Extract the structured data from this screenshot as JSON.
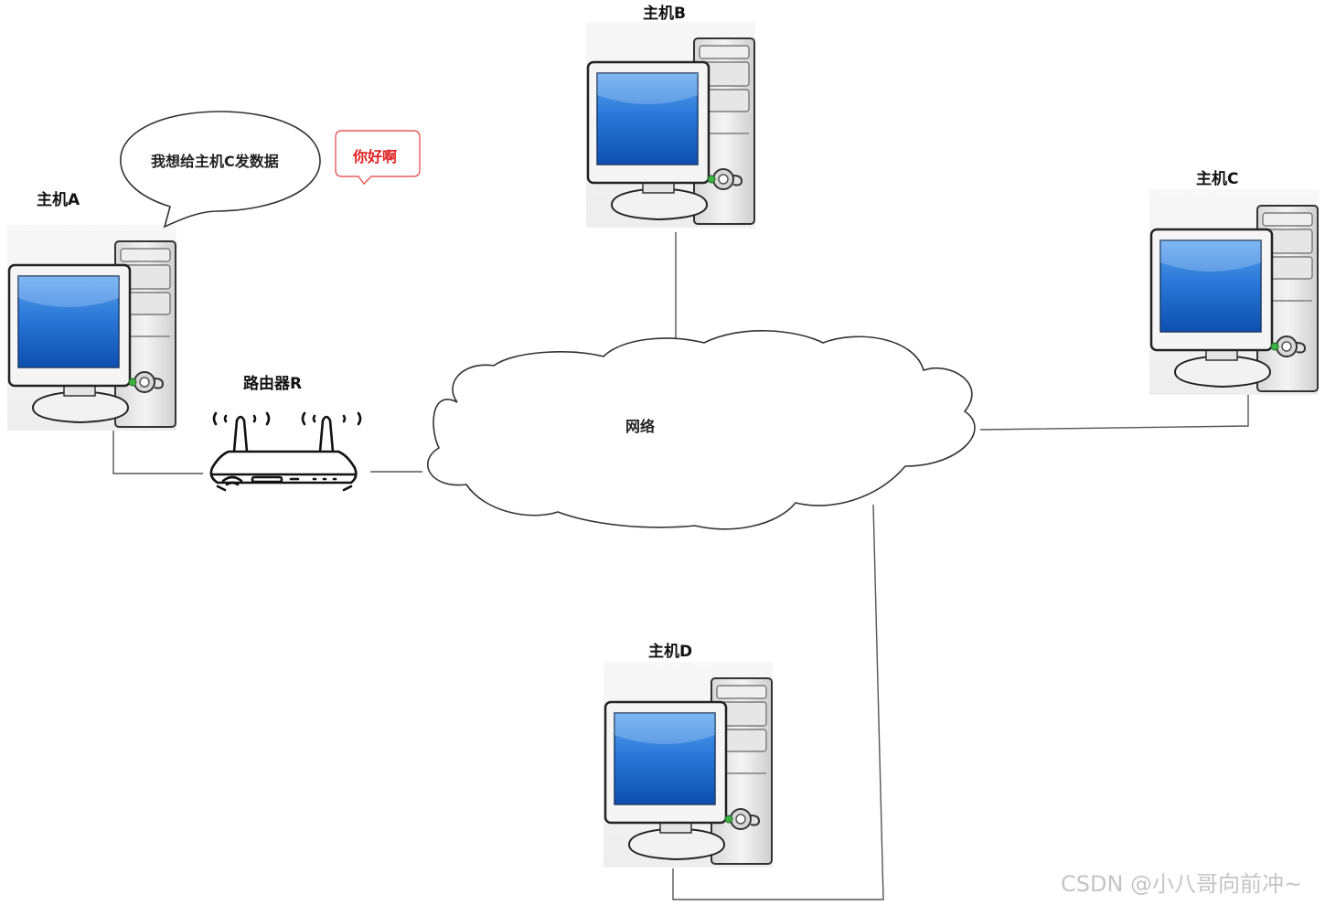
{
  "nodes": {
    "host_a": {
      "label": "主机A"
    },
    "host_b": {
      "label": "主机B"
    },
    "host_c": {
      "label": "主机C"
    },
    "host_d": {
      "label": "主机D"
    },
    "router": {
      "label": "路由器R"
    },
    "network": {
      "label": "网络"
    }
  },
  "speech": {
    "thought": "我想给主机C发数据",
    "reply": "你好啊"
  },
  "watermark": "CSDN @小八哥向前冲~",
  "colors": {
    "screen_blue": "#1f6fd0",
    "reply_text": "#e02020",
    "line": "#555555"
  }
}
